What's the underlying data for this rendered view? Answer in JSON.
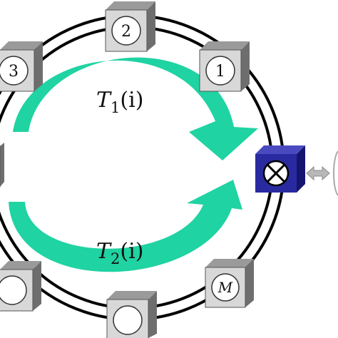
{
  "nodes": {
    "n2": {
      "label": "2"
    },
    "n1": {
      "label": "1"
    },
    "n3": {
      "label": "3"
    },
    "nM": {
      "label": "M"
    }
  },
  "arrows": {
    "upper": {
      "symbol": "T",
      "sub": "1",
      "arg": "(i)"
    },
    "lower": {
      "symbol": "T",
      "sub": "2",
      "arg": "(i)"
    }
  },
  "colors": {
    "ring": "#000000",
    "cube_face": "#f2f2f2",
    "cube_top": "#9a9a9a",
    "cube_side": "#6e6e6e",
    "arrow": "#1fd3a2",
    "combiner": "#2a2aa0",
    "combiner_side": "#151570",
    "link_arrow": "#b8b8b8"
  },
  "icons": {
    "combiner": "circled-x-icon",
    "link": "double-arrow-icon"
  }
}
